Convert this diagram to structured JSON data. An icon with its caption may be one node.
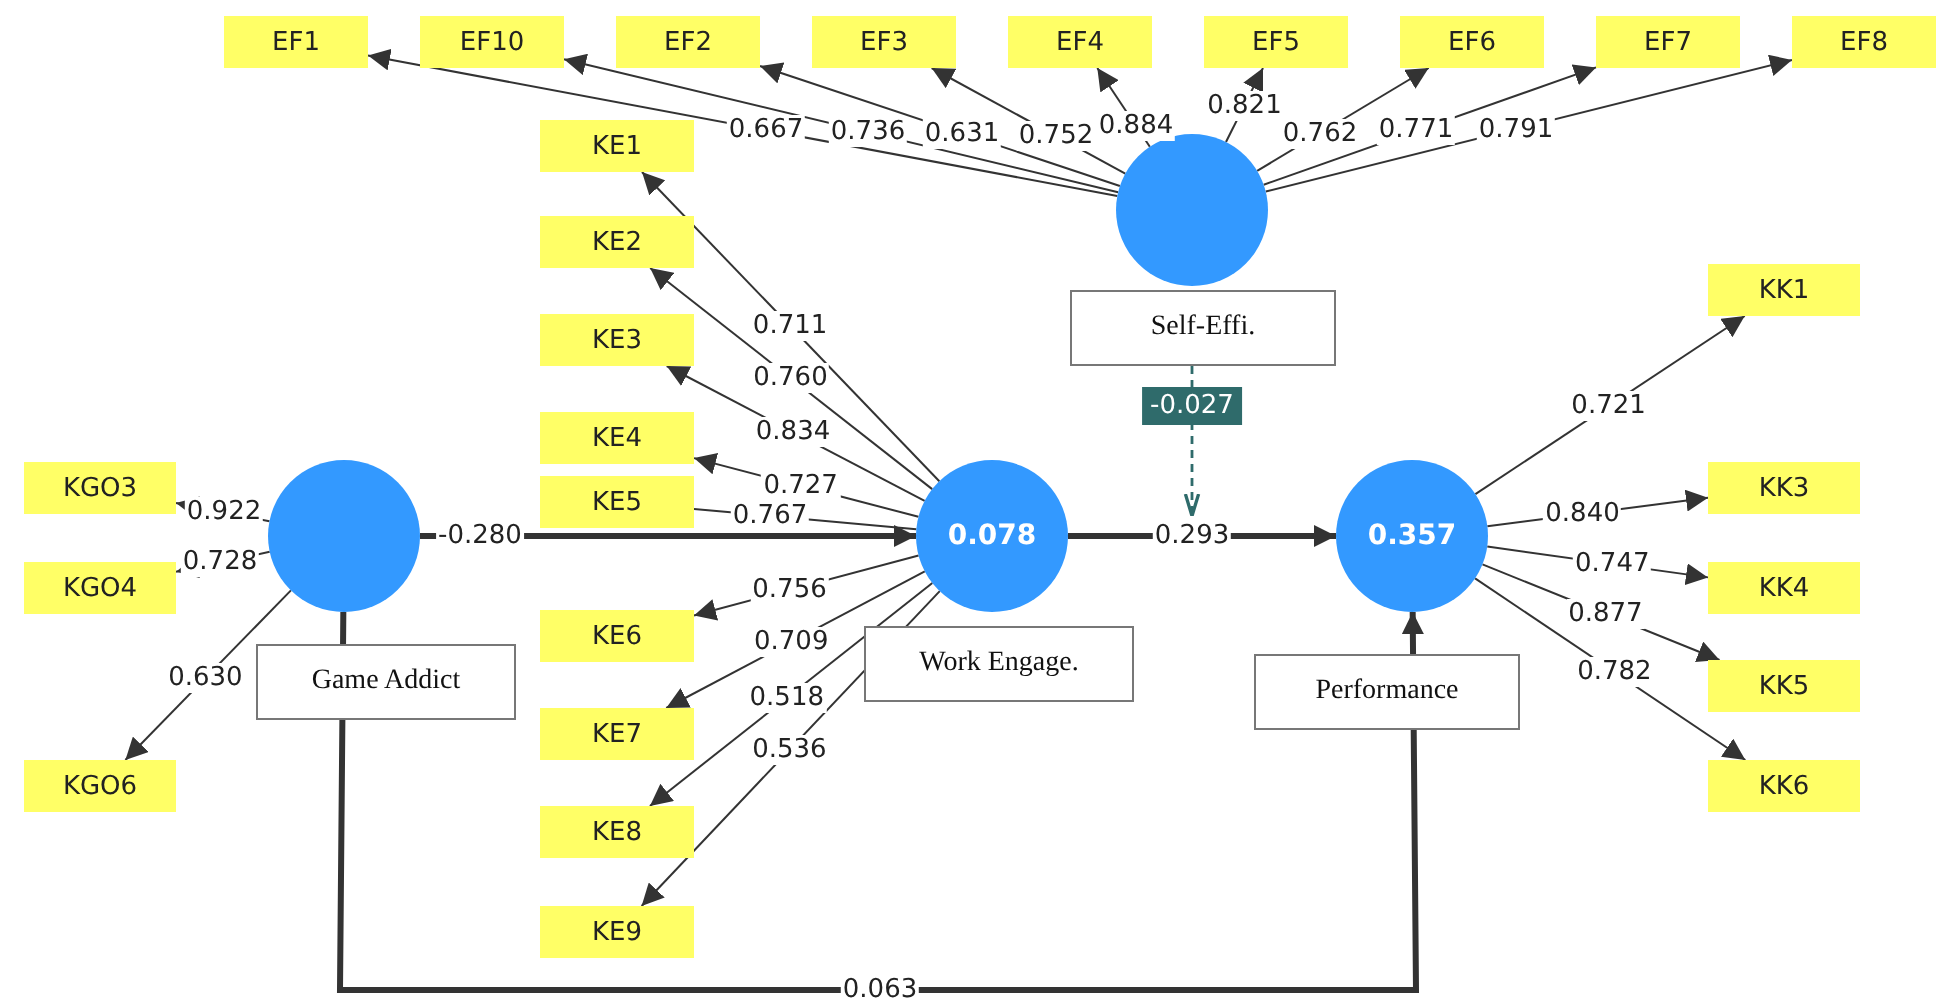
{
  "diagram": {
    "nodes": [
      {
        "text": [
          "EF1"
        ]
      },
      {
        "text": [
          "EF10"
        ]
      },
      {
        "text": [
          "EF2"
        ]
      },
      {
        "text": [
          "EF3"
        ]
      },
      {
        "text": [
          "EF4"
        ]
      },
      {
        "text": [
          "EF5"
        ]
      },
      {
        "text": [
          "EF6"
        ]
      },
      {
        "text": [
          "EF7"
        ]
      },
      {
        "text": [
          "EF8"
        ]
      },
      {
        "text": [
          "Self-Effi."
        ]
      },
      {
        "text": [
          "KE1"
        ]
      },
      {
        "text": [
          "KE2"
        ]
      },
      {
        "text": [
          "KE3"
        ]
      },
      {
        "text": [
          "KE4"
        ]
      },
      {
        "text": [
          "KE5"
        ]
      },
      {
        "text": [
          "KE6"
        ]
      },
      {
        "text": [
          "KE7"
        ]
      },
      {
        "text": [
          "KE8"
        ]
      },
      {
        "text": [
          "KE9"
        ]
      },
      {
        "text": [
          "KGO3"
        ]
      },
      {
        "text": [
          "KGO4"
        ]
      },
      {
        "text": [
          "Game Addict"
        ]
      },
      {
        "text": [
          "0.078",
          "Work Engage."
        ]
      },
      {
        "text": [
          "0.357",
          "Performance"
        ]
      },
      {
        "text": [
          "KGO6"
        ]
      },
      {
        "text": [
          "KK1"
        ]
      },
      {
        "text": [
          "KK3"
        ]
      },
      {
        "text": [
          "KK4"
        ]
      },
      {
        "text": [
          "KK5"
        ]
      },
      {
        "text": [
          "KK6"
        ]
      }
    ],
    "edges": [
      {
        "from": 9,
        "to": 0,
        "arrow": "to",
        "label": "0.667"
      },
      {
        "from": 9,
        "to": 1,
        "arrow": "to",
        "label": "0.736"
      },
      {
        "from": 9,
        "to": 2,
        "arrow": "to",
        "label": "0.631"
      },
      {
        "from": 9,
        "to": 3,
        "arrow": "to",
        "label": "0.752"
      },
      {
        "from": 9,
        "to": 4,
        "arrow": "to",
        "label": "0.884"
      },
      {
        "from": 9,
        "to": 5,
        "arrow": "to",
        "label": "0.821"
      },
      {
        "from": 9,
        "to": 6,
        "arrow": "to",
        "label": "0.762"
      },
      {
        "from": 9,
        "to": 7,
        "arrow": "to",
        "label": "0.771"
      },
      {
        "from": 9,
        "to": 8,
        "arrow": "to",
        "label": "0.791"
      },
      {
        "from": 22,
        "to": 10,
        "arrow": "to",
        "label": "0.711"
      },
      {
        "from": 22,
        "to": 11,
        "arrow": "to",
        "label": "0.760"
      },
      {
        "from": 22,
        "to": 12,
        "arrow": "to",
        "label": "0.834"
      },
      {
        "from": 22,
        "to": 13,
        "arrow": "to",
        "label": "0.727"
      },
      {
        "from": 21,
        "to": 22,
        "arrow": "to",
        "label": "-0.280",
        "style": "thick"
      },
      {
        "from": 22,
        "to": 14,
        "arrow": "none",
        "label": "0.767"
      },
      {
        "from": 22,
        "to": 15,
        "arrow": "to",
        "label": "0.756"
      },
      {
        "from": 22,
        "to": 16,
        "arrow": "to",
        "label": "0.709"
      },
      {
        "from": 22,
        "to": 17,
        "arrow": "to",
        "label": "0.518"
      },
      {
        "from": 22,
        "to": 18,
        "arrow": "to",
        "label": "0.536"
      },
      {
        "from": 21,
        "to": 19,
        "arrow": "to",
        "label": "0.922"
      },
      {
        "from": 21,
        "to": 20,
        "arrow": "to",
        "label": "0.728"
      },
      {
        "from": 21,
        "to": 24,
        "arrow": "to",
        "label": "0.630"
      },
      {
        "from": 22,
        "to": 23,
        "arrow": "to",
        "label": "0.293",
        "style": "thick"
      },
      {
        "from": 9,
        "to": null,
        "arrow": "to",
        "label": "-0.027",
        "style": "dashed",
        "color": "#2f6b6b"
      },
      {
        "from": 21,
        "to": 23,
        "arrow": "to",
        "label": "0.063",
        "style": "thick"
      },
      {
        "from": 23,
        "to": 25,
        "arrow": "to",
        "label": "0.721"
      },
      {
        "from": 23,
        "to": 26,
        "arrow": "to",
        "label": "0.840"
      },
      {
        "from": 23,
        "to": 27,
        "arrow": "to",
        "label": "0.747"
      },
      {
        "from": 23,
        "to": 28,
        "arrow": "to",
        "label": "0.877"
      },
      {
        "from": 23,
        "to": 29,
        "arrow": "to",
        "label": "0.782"
      }
    ]
  }
}
